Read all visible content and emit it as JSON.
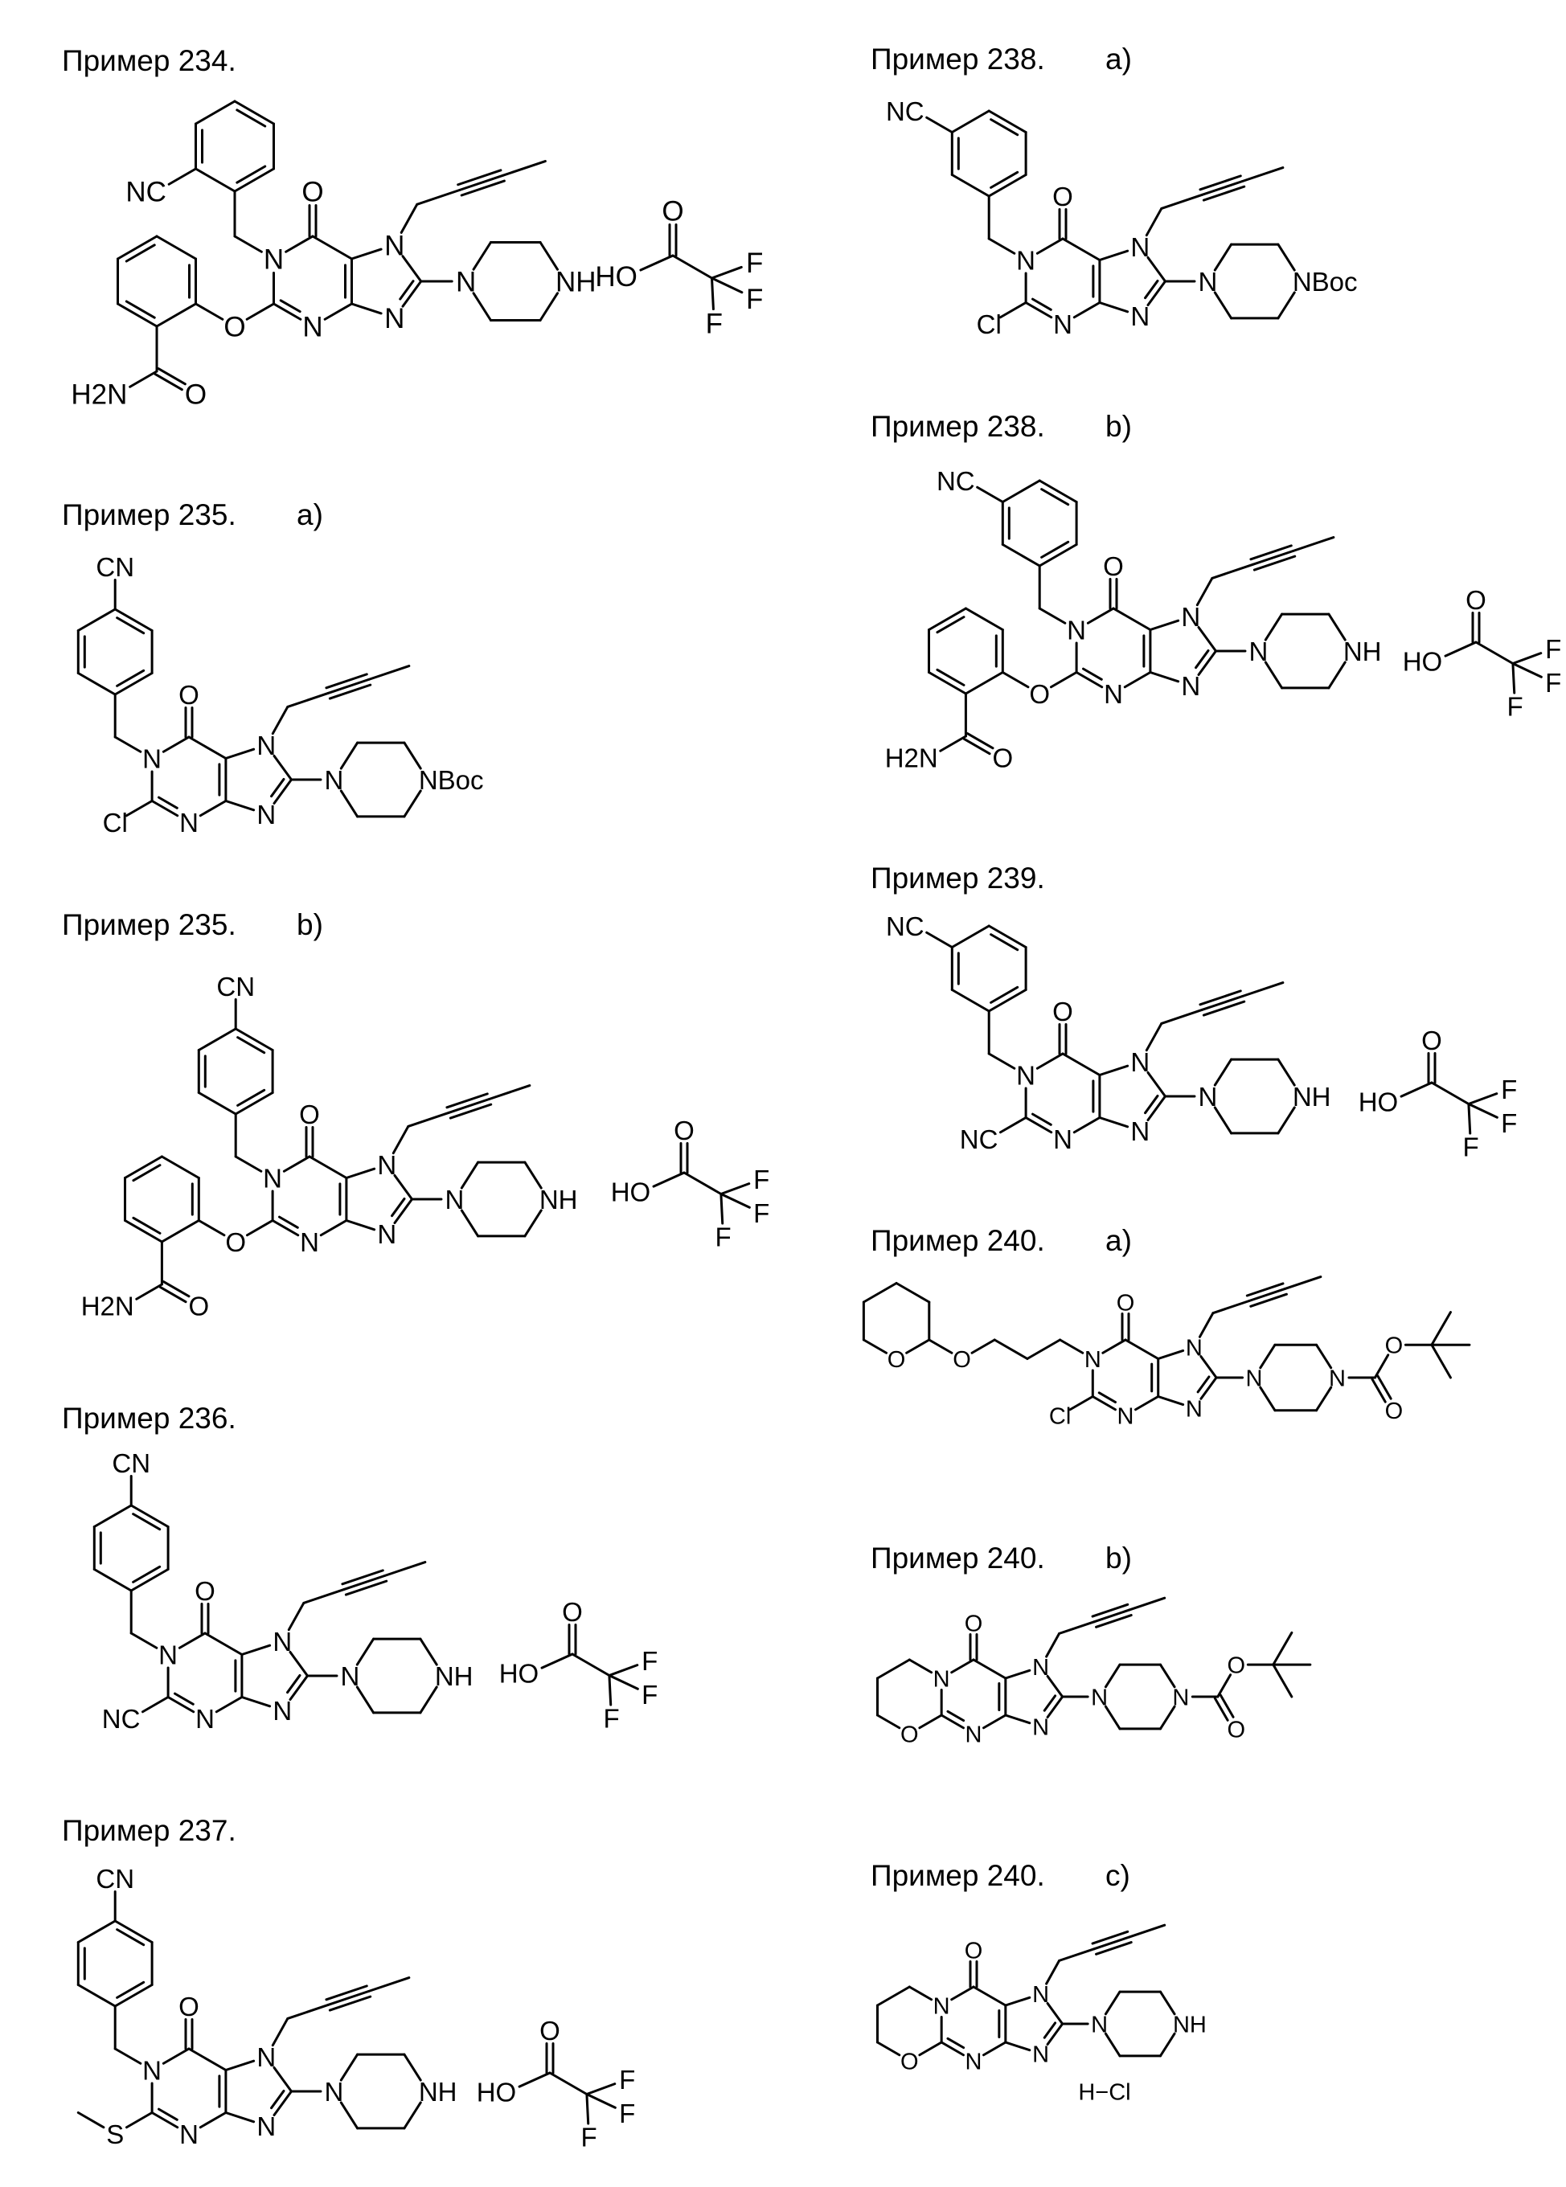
{
  "examples": [
    {
      "id": "234",
      "title": "Пример 234."
    },
    {
      "id": "235a",
      "title": "Пример 235.",
      "variant": "a)"
    },
    {
      "id": "235b",
      "title": "Пример 235.",
      "variant": "b)"
    },
    {
      "id": "236",
      "title": "Пример 236."
    },
    {
      "id": "237",
      "title": "Пример 237."
    },
    {
      "id": "238a",
      "title": "Пример 238.",
      "variant": "a)"
    },
    {
      "id": "238b",
      "title": "Пример 238.",
      "variant": "b)"
    },
    {
      "id": "239",
      "title": "Пример 239."
    },
    {
      "id": "240a",
      "title": "Пример 240.",
      "variant": "a)"
    },
    {
      "id": "240b",
      "title": "Пример 240.",
      "variant": "b)"
    },
    {
      "id": "240c",
      "title": "Пример 240.",
      "variant": "c)",
      "salt_label": "H−Cl"
    }
  ],
  "atom_labels": {
    "N": "N",
    "O": "O",
    "NH": "NH",
    "NBoc": "NBoc",
    "CN": "CN",
    "NC": "NC",
    "Cl": "Cl",
    "S": "S",
    "HO": "HO",
    "F": "F",
    "H2N": "H2N"
  }
}
